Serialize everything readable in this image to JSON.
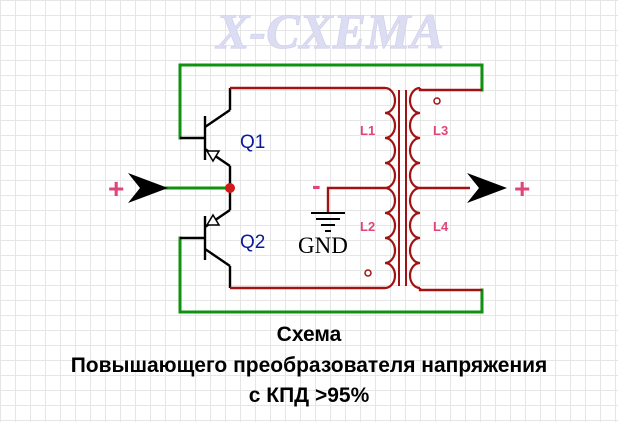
{
  "watermark": "X-CXEMA",
  "components": {
    "q1": "Q1",
    "q2": "Q2",
    "l1": "L1",
    "l2": "L2",
    "l3": "L3",
    "l4": "L4",
    "gnd": "GND"
  },
  "polarity": {
    "input_plus": "+",
    "gnd_minus": "-",
    "output_plus": "+"
  },
  "caption": {
    "line1": "Схема",
    "line2": "Повышающего преобразователя напряжения",
    "line3": "с КПД >95%"
  },
  "colors": {
    "wire_green": "#119111",
    "wire_red": "#a11313",
    "label_blue": "#0a1a99",
    "label_pink": "#e0457a",
    "watermark": "#dcdcf2"
  }
}
